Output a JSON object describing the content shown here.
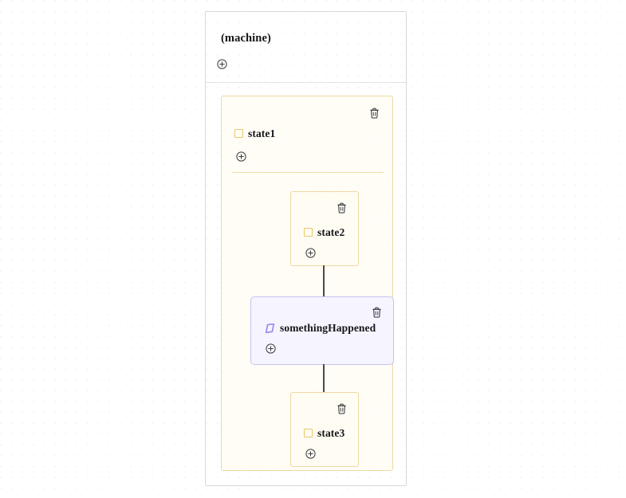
{
  "canvas": {
    "background_color": "#ffffff",
    "dot_grid_color": "#f2f2f5"
  },
  "machine": {
    "title": "(machine)",
    "add_icon": "plus-circle-icon",
    "border_color": "#d9d9dd",
    "divider_color": "#e2e2e6"
  },
  "icons": {
    "plus_circle": "plus-circle-icon",
    "trash": "trash-icon",
    "state_square": "state-square-icon",
    "event_parallelogram": "event-parallelogram-icon"
  },
  "colors": {
    "state_border": "#efd9a2",
    "state_fill": "#fffbf0",
    "state_glyph": "#e8c66a",
    "state_divider": "#f0dcab",
    "event_border": "#c8c2f0",
    "event_fill": "#f6f4fe",
    "event_glyph": "#9b8cf0",
    "edge": "#4a4a4a",
    "label_text": "#16161a"
  },
  "nodes": {
    "state1": {
      "label": "state1",
      "type": "state",
      "glyph": "state-square-icon",
      "add_icon": "plus-circle-icon",
      "delete_icon": "trash-icon"
    },
    "state2": {
      "label": "state2",
      "type": "state",
      "glyph": "state-square-icon",
      "add_icon": "plus-circle-icon",
      "delete_icon": "trash-icon"
    },
    "event1": {
      "label": "somethingHappened",
      "type": "event",
      "glyph": "event-parallelogram-icon",
      "add_icon": "plus-circle-icon",
      "delete_icon": "trash-icon"
    },
    "state3": {
      "label": "state3",
      "type": "state",
      "glyph": "state-square-icon",
      "add_icon": "plus-circle-icon",
      "delete_icon": "trash-icon"
    }
  },
  "edges": [
    {
      "from": "state2",
      "to": "event1"
    },
    {
      "from": "event1",
      "to": "state3"
    }
  ]
}
